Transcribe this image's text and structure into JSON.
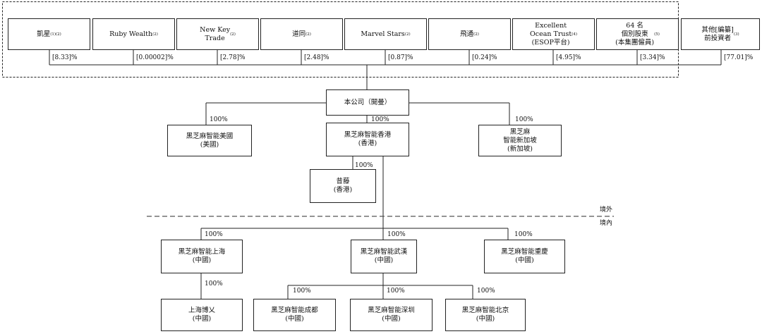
{
  "shareholders": [
    {
      "name": "凱星",
      "note": "(1)(2)",
      "pct": "[8.33]%"
    },
    {
      "name": "Ruby Wealth",
      "note": "(2)",
      "pct": "[0.00002]%"
    },
    {
      "name": "New Key\nTrade",
      "note": "(2)",
      "pct": "[2.78]%"
    },
    {
      "name": "道同",
      "note": "(2)",
      "pct": "[2.48]%"
    },
    {
      "name": "Marvel Stars",
      "note": "(2)",
      "pct": "[0.87]%"
    },
    {
      "name": "飛通",
      "note": "(2)",
      "pct": "[0.24]%"
    },
    {
      "name": "Excellent\nOcean Trust\n(ESOP平台)",
      "note": "(4)",
      "pct": "[4.95]%"
    },
    {
      "name": "64 名\n個別股東\n(本集團僱員)",
      "note": "(5)",
      "pct": "[3.34]%"
    },
    {
      "name": "其他[編纂]\n前投資者",
      "note": "(3)",
      "pct": "[77.01]%"
    }
  ],
  "company": {
    "name": "本公司（開曼）"
  },
  "level1": {
    "usa": {
      "name": "黑芝麻智能美國\n(美國)",
      "pct": "100%"
    },
    "hk": {
      "name": "黑芝麻智能香港\n(香港)",
      "pct": "100%"
    },
    "sg": {
      "name": "黑芝麻\n智能新加坡\n(新加坡)",
      "pct": "100%"
    }
  },
  "level2": {
    "name": "昔藤\n(香港)",
    "pct": "100%"
  },
  "regions": {
    "offshore": "境外",
    "onshore": "境內"
  },
  "prc": {
    "shanghai": {
      "name": "黑芝麻智能上海\n(中國)",
      "pct": "100%"
    },
    "wuhan": {
      "name": "黑芝麻智能武漢\n(中國)",
      "pct": "100%"
    },
    "chongqing": {
      "name": "黑芝麻智能重慶\n(中國)",
      "pct": "100%"
    },
    "boyi": {
      "name": "上海博乂\n(中國)",
      "pct": "100%"
    },
    "chengdu": {
      "name": "黑芝麻智能成都\n(中國)",
      "pct": "100%"
    },
    "shenzhen": {
      "name": "黑芝麻智能深圳\n(中國)",
      "pct": "100%"
    },
    "beijing": {
      "name": "黑芝麻智能北京\n(中國)",
      "pct": "100%"
    }
  }
}
